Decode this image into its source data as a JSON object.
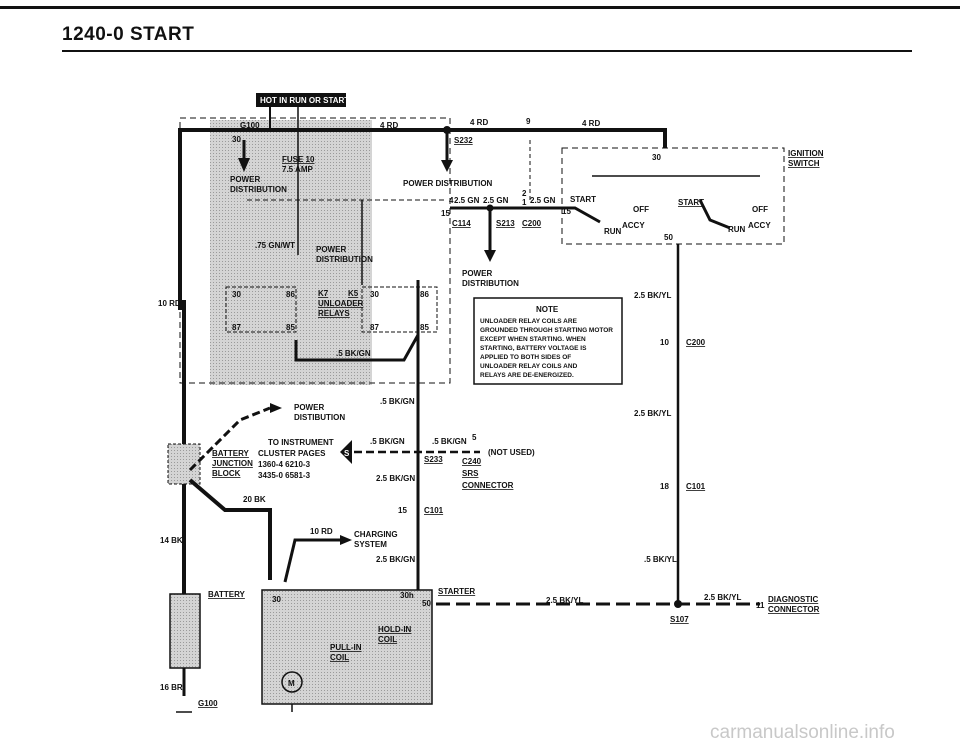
{
  "page": {
    "title": "1240-0  START"
  },
  "banner": {
    "hot": "HOT IN RUN OR START"
  },
  "fuse_box": {
    "g100": "G100",
    "pin30": "30",
    "power": "POWER",
    "distribution": "DISTRIBUTION",
    "fuse": "FUSE 10",
    "amp": "7.5 AMP",
    "wire_gnwt": ".75 GN/WT",
    "power2": "POWER",
    "distribution2": "DISTRIBUTION",
    "k7": "K7",
    "k5": "K5",
    "unloader": "UNLOADER",
    "relays": "RELAYS",
    "p30a": "30",
    "p86a": "86",
    "p87a": "87",
    "p85a": "85",
    "p30b": "30",
    "p86b": "86",
    "p87b": "87",
    "p85b": "85",
    "wire_bkgn": ".5 BK/GN"
  },
  "wires": {
    "rd_top1": "4 RD",
    "rd_top2": "4 RD",
    "rd_top3": "4 RD",
    "nine": "9",
    "s232": "S232",
    "power_dist": "POWER DISTRIBUTION",
    "gn1": "2.5 GN",
    "gn2": "2.5 GN",
    "gn3": "2.5 GN",
    "c114": "C114",
    "s213": "S213",
    "c200a": "C200",
    "n4": "4",
    "n15": "15",
    "n2": "2",
    "n1": "1",
    "power3": "POWER",
    "dist3": "DISTRIBUTION",
    "rd10": "10 RD",
    "bk14": "14 BK",
    "br16": "16 BR",
    "g100b": "G100",
    "bkgn1": ".5 BK/GN",
    "bkgn2": ".5 BK/GN",
    "bkgn3": ".5 BK/GN",
    "bkgn4": "2.5 BK/GN",
    "bkgn5": "2.5 BK/GN",
    "power4": "POWER",
    "distibution": "DISTIBUTION",
    "to_instr": "TO INSTRUMENT",
    "cluster": "CLUSTER PAGES",
    "pages1": "1360-4  6210-3",
    "pages2": "3435-0  6581-3",
    "s_badge": "S",
    "s233": "S233",
    "n5": "5",
    "not_used": "(NOT USED)",
    "c240": "C240",
    "srs": "SRS",
    "connector": "CONNECTOR",
    "bat_j": "BATTERY",
    "junction": "JUNCTION",
    "block": "BLOCK",
    "bk20": "20 BK",
    "c101a": "C101",
    "n15b": "15",
    "rd10b": "10 RD",
    "charging": "CHARGING",
    "system": "SYSTEM",
    "battery": "BATTERY",
    "starter": "STARTER",
    "s30": "30",
    "s30h": "30h",
    "s50": "50",
    "hold": "HOLD-IN",
    "coil1": "COIL",
    "pull": "PULL-IN",
    "coil2": "COIL",
    "m": "M",
    "bkyl1": "2.5 BK/YL",
    "bkyl2": "2.5 BK/YL",
    "bkyl3": "2.5 BK/YL",
    "bkyl4": ".5 BK/YL",
    "bkyl5": "2.5 BK/YL",
    "n10": "10",
    "c200b": "C200",
    "n18": "18",
    "c101b": "C101",
    "s107": "S107",
    "n11": "11",
    "diag": "DIAGNOSTIC",
    "diag_conn": "CONNECTOR"
  },
  "ignition": {
    "label1": "IGNITION",
    "label2": "SWITCH",
    "p30": "30",
    "p15": "15",
    "p50": "50",
    "start1": "START",
    "off1": "OFF",
    "accy1": "ACCY",
    "run1": "RUN",
    "start2": "START",
    "off2": "OFF",
    "accy2": "ACCY",
    "run2": "RUN"
  },
  "note": {
    "title": "NOTE",
    "lines": [
      "UNLOADER RELAY COILS ARE",
      "GROUNDED THROUGH STARTING MOTOR",
      "EXCEPT WHEN STARTING. WHEN",
      "STARTING, BATTERY VOLTAGE IS",
      "APPLIED TO BOTH SIDES OF",
      "UNLOADER RELAY COILS AND",
      "RELAYS ARE DE-ENERGIZED."
    ]
  },
  "watermark": "carmanualsonline.info"
}
